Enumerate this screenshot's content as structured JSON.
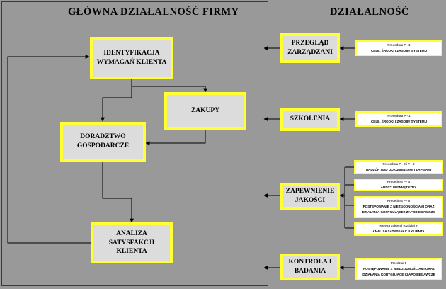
{
  "left_panel": {
    "title": "GŁÓWNA DZIAŁALNOŚĆ FIRMY",
    "boxes": {
      "identyfikacja": [
        "IDENTYFIKACJA",
        "WYMAGAŃ KLIENTA"
      ],
      "zakupy": [
        "ZAKUPY"
      ],
      "doradztwo": [
        "DORADZTWO",
        "GOSPODARCZE"
      ],
      "analiza": [
        "ANALIZA",
        "SATYSFAKCJI KLIENTA"
      ]
    }
  },
  "right_panel": {
    "title": "DZIAŁALNOŚĆ",
    "activities": {
      "przeglad": [
        "PRZEGLĄD",
        "ZARZĄDZANI"
      ],
      "szkolenia": [
        "SZKOLENIA"
      ],
      "zapewnienie": [
        "ZAPEWNIENIE",
        "JAKOŚCI"
      ],
      "kontrola": [
        "KONTROLA I",
        "BADANIA"
      ]
    },
    "procedures": [
      {
        "header": "Procedura P - 1",
        "text": [
          "CELE, ŚRODKI I ZASOBY SYSTEMU"
        ]
      },
      {
        "header": "Procedura P - 1",
        "text": [
          "CELE, ŚRODKI I ZASOBY SYSTEMU"
        ]
      },
      {
        "header": "Procedura P - 2 i P - 3",
        "text": [
          "NADZÓR NAD DOKUMENTAMI I ZAPISAMI"
        ]
      },
      {
        "header": "Procedura P - 4",
        "text": [
          "AUDYT WEWNĘTRZNY"
        ]
      },
      {
        "header": "Procedura P - 5",
        "text": [
          "POSTĘPOWANIE Z NIEZGODNOŚCIAMI ORAZ",
          "DZIAŁANIA KORYGUJĄCE I ZAPOBIEGAWCZE"
        ]
      },
      {
        "header": "Księga Jakości rozdział 9",
        "text": [
          "ANALIZA SATYSFAKCJI KLIENTA"
        ]
      },
      {
        "header": "Rozdział 8",
        "text": [
          "POSTĘPOWANIE Z NIEZGODNOŚCIAMI ORAZ",
          "DZIAŁANIA KORYGUJĄCE I ZAPOBIEGAWCZE"
        ]
      }
    ]
  },
  "colors": {
    "background": "#999999",
    "box_fill": "#dcdcdc",
    "box_border": "#ffff33",
    "line": "#000000"
  }
}
